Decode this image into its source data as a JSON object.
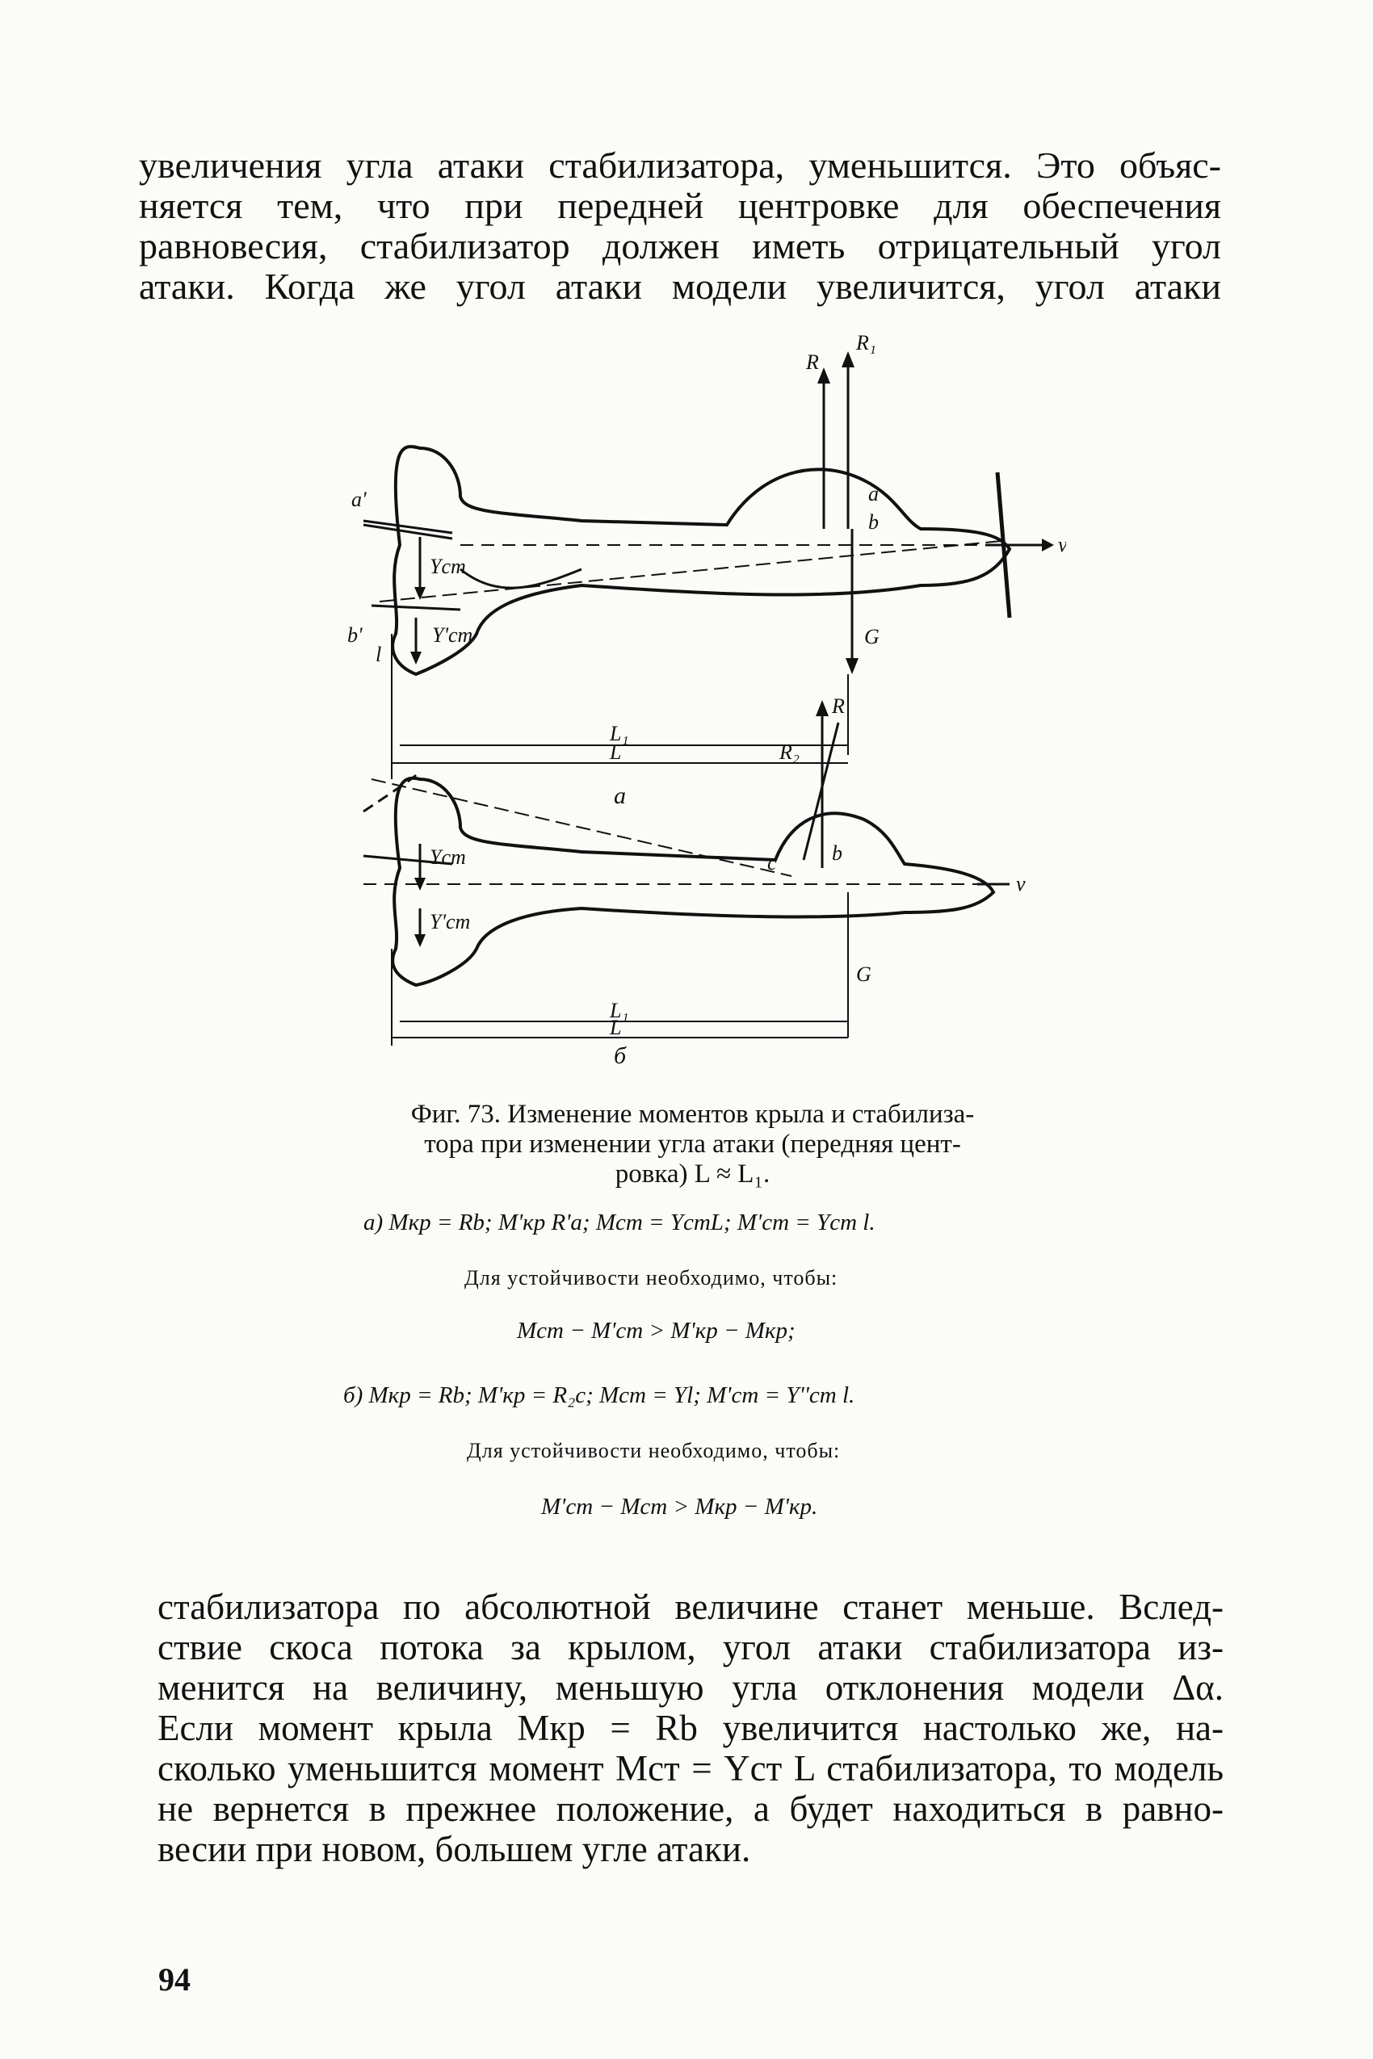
{
  "top_paragraph": [
    "увеличения угла атаки стабилизатора, уменьшится. Это объяс-",
    "няется тем, что при передней центровке для обеспечения",
    "равновесия, стабилизатор должен иметь отрицательный угол",
    "атаки. Когда же угол атаки модели увеличится, угол атаки"
  ],
  "figure": {
    "labels": {
      "R": "R",
      "R1": "R₁",
      "R2": "R₂",
      "a_prime": "a'",
      "b_prime": "b'",
      "l": "l",
      "a": "a",
      "b": "b",
      "c": "c",
      "v": "v",
      "G": "G",
      "L1": "L₁",
      "L": "L",
      "Ycm": "Yст",
      "Ycm_prime": "Y'ст",
      "part_a": "а",
      "part_b": "б"
    }
  },
  "caption": [
    "Фиг. 73. Изменение моментов крыла и стабилиза-",
    "тора при изменении угла атаки (передняя цент-",
    "ровка) L ≈ L₁."
  ],
  "formulas": {
    "a_line": "а) Mкр = Rb;  M'кр R'a;   Mст = YстL;  M'ст = Yст l.",
    "note_a": "Для устойчивости необходимо, чтобы:",
    "ineq_a": "Mст − M'ст > M'кр − Mкр;",
    "b_line": "б) Mкр = Rb;   M'кр = R₂c;   Mст = Yl;   M'ст = Y''ст l.",
    "note_b": "Для устойчивости необходимо, чтобы:",
    "ineq_b": "M'ст − Mст > Mкр − M'кр."
  },
  "bottom_paragraph": [
    "стабилизатора по абсолютной величине станет меньше. Вслед-",
    "ствие скоса потока за крылом, угол атаки стабилизатора из-",
    "менится на величину, меньшую угла отклонения модели Δα.",
    "Если момент крыла Mкр = Rb увеличится настолько же, на-",
    "сколько уменьшится момент Mст = Yст L стабилизатора, то модель",
    "не вернется в прежнее положение, а будет находиться в равно-",
    "весии при новом, большем угле атаки."
  ],
  "page_number": "94"
}
